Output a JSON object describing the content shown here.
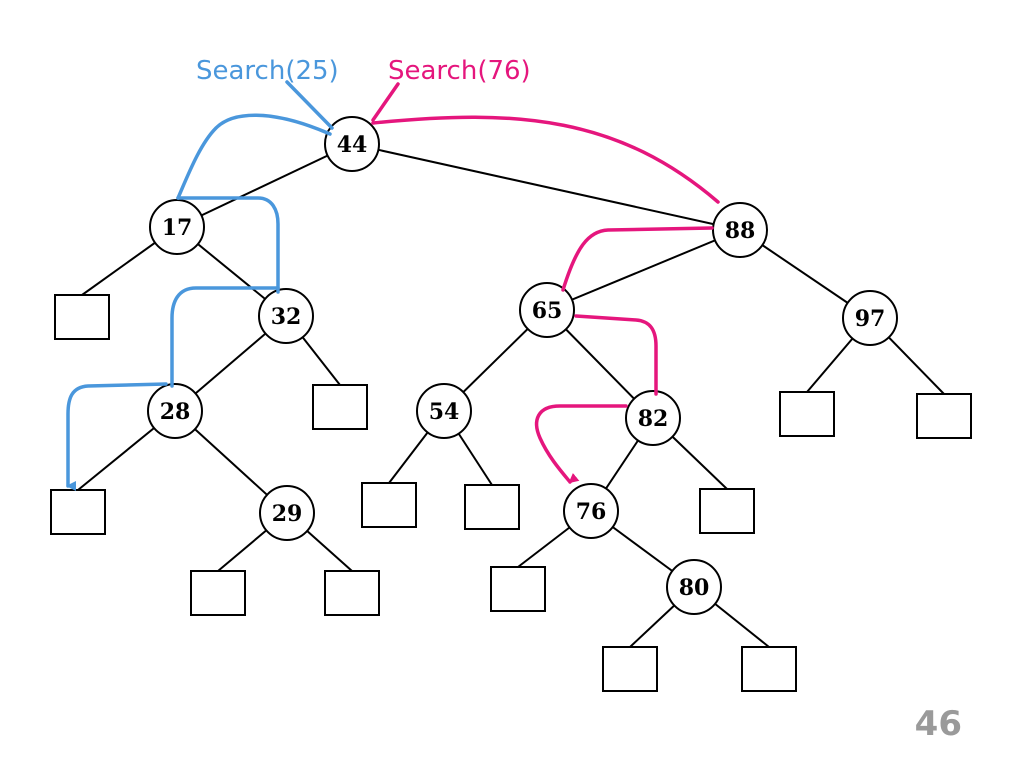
{
  "colors": {
    "search_25": "#4a97dc",
    "search_76": "#e5167d",
    "tree": "#000000",
    "page_number": "#9a9a9a"
  },
  "searches": [
    {
      "id": "search-25",
      "label": "Search(25)",
      "key": 25,
      "color": "#4a97dc"
    },
    {
      "id": "search-76",
      "label": "Search(76)",
      "key": 76,
      "color": "#e5167d"
    }
  ],
  "tree": {
    "nodes": [
      {
        "id": "n44",
        "key": "44",
        "children": [
          "n17",
          "n88"
        ]
      },
      {
        "id": "n17",
        "key": "17",
        "children": [
          "e17l",
          "n32"
        ]
      },
      {
        "id": "n32",
        "key": "32",
        "children": [
          "n28",
          "e32r"
        ]
      },
      {
        "id": "n28",
        "key": "28",
        "children": [
          "e28l",
          "n29"
        ]
      },
      {
        "id": "n29",
        "key": "29",
        "children": [
          "e29l",
          "e29r"
        ]
      },
      {
        "id": "n88",
        "key": "88",
        "children": [
          "n65",
          "n97"
        ]
      },
      {
        "id": "n65",
        "key": "65",
        "children": [
          "n54",
          "n82"
        ]
      },
      {
        "id": "n54",
        "key": "54",
        "children": [
          "e54l",
          "e54r"
        ]
      },
      {
        "id": "n82",
        "key": "82",
        "children": [
          "n76",
          "e82r"
        ]
      },
      {
        "id": "n76",
        "key": "76",
        "children": [
          "e76l",
          "n80"
        ]
      },
      {
        "id": "n80",
        "key": "80",
        "children": [
          "e80l",
          "e80r"
        ]
      },
      {
        "id": "n97",
        "key": "97",
        "children": [
          "e97l",
          "e97r"
        ]
      }
    ],
    "search_paths": {
      "search-25": [
        "n44",
        "n17",
        "n32",
        "n28",
        "e28l"
      ],
      "search-76": [
        "n44",
        "n88",
        "n65",
        "n82",
        "n76"
      ]
    }
  },
  "page_number": "46"
}
